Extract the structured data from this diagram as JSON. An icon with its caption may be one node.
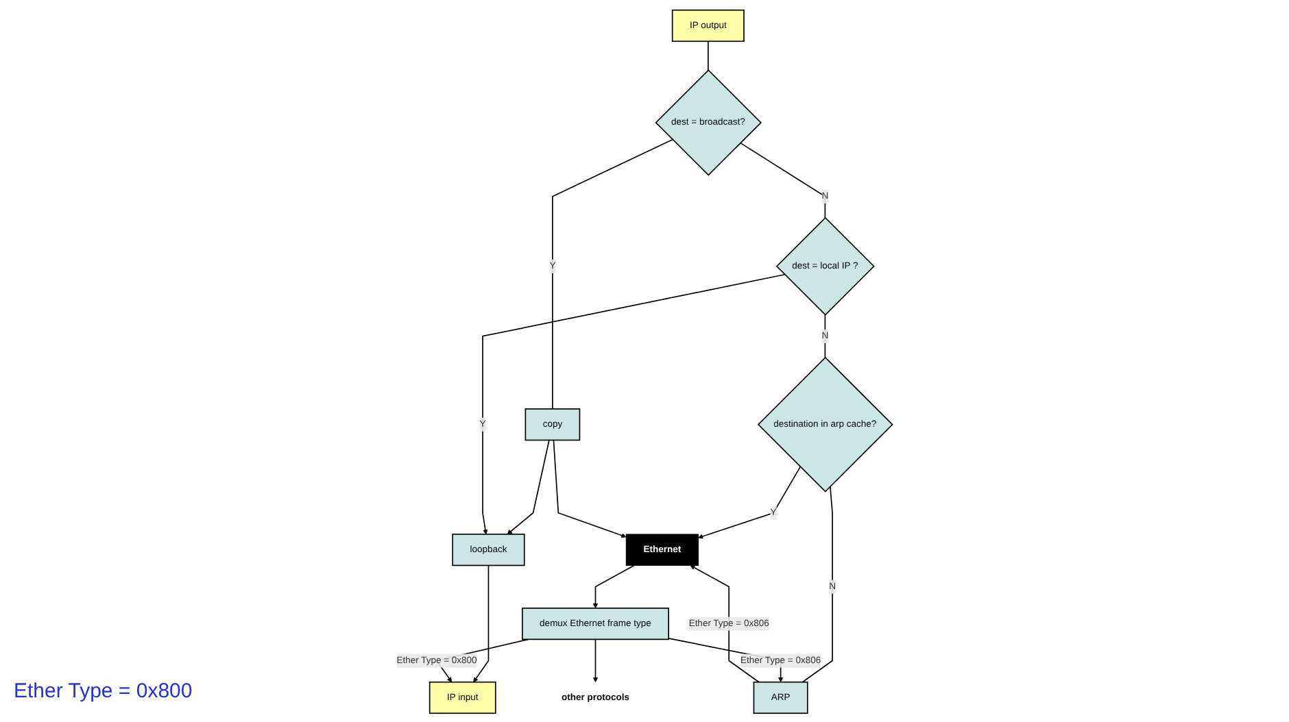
{
  "diagram": {
    "nodes": [
      {
        "text": [
          "IP output"
        ]
      },
      {
        "text": [
          "IP input"
        ]
      },
      {
        "text": [
          "loopback"
        ]
      },
      {
        "text": [
          "dest = broadcast?"
        ]
      },
      {
        "text": [
          "copy"
        ]
      },
      {
        "text": [
          "other protocols"
        ]
      },
      {
        "text": [
          "dest = local IP ?"
        ]
      },
      {
        "text": [
          "destination in arp cache?"
        ]
      },
      {
        "text": [
          "ARP"
        ]
      },
      {
        "text": [
          "demux Ethernet frame type"
        ]
      },
      {
        "text": [
          "Ethernet"
        ]
      }
    ],
    "edges": [
      {
        "from": 0,
        "to": 3,
        "arrow": "none"
      },
      {
        "from": 3,
        "to": 4,
        "arrow": "none",
        "label": "Y"
      },
      {
        "from": 4,
        "to": 2,
        "arrow": "to"
      },
      {
        "from": 2,
        "to": 1,
        "arrow": "to"
      },
      {
        "from": 3,
        "to": 6,
        "arrow": "none",
        "label": "N"
      },
      {
        "from": 6,
        "to": 2,
        "arrow": "to",
        "label": "Y"
      },
      {
        "from": 6,
        "to": 7,
        "arrow": "none",
        "label": "N"
      },
      {
        "from": 7,
        "to": 8,
        "arrow": "none",
        "label": "N"
      },
      {
        "from": 7,
        "to": 10,
        "arrow": "to",
        "label": "Y"
      },
      {
        "from": 8,
        "to": 10,
        "arrow": "to",
        "label": "Ether Type = 0x806"
      },
      {
        "from": 4,
        "to": 10,
        "arrow": "to"
      },
      {
        "from": 10,
        "to": 9,
        "arrow": "to"
      },
      {
        "from": 9,
        "to": 8,
        "arrow": "to",
        "label": "Ether Type = 0x806"
      },
      {
        "from": 9,
        "to": 1,
        "arrow": "to",
        "label": "Ether Type = 0x800"
      },
      {
        "from": 9,
        "to": 5,
        "arrow": "to"
      }
    ],
    "labels": [
      "Ether Type = 0x800"
    ]
  }
}
